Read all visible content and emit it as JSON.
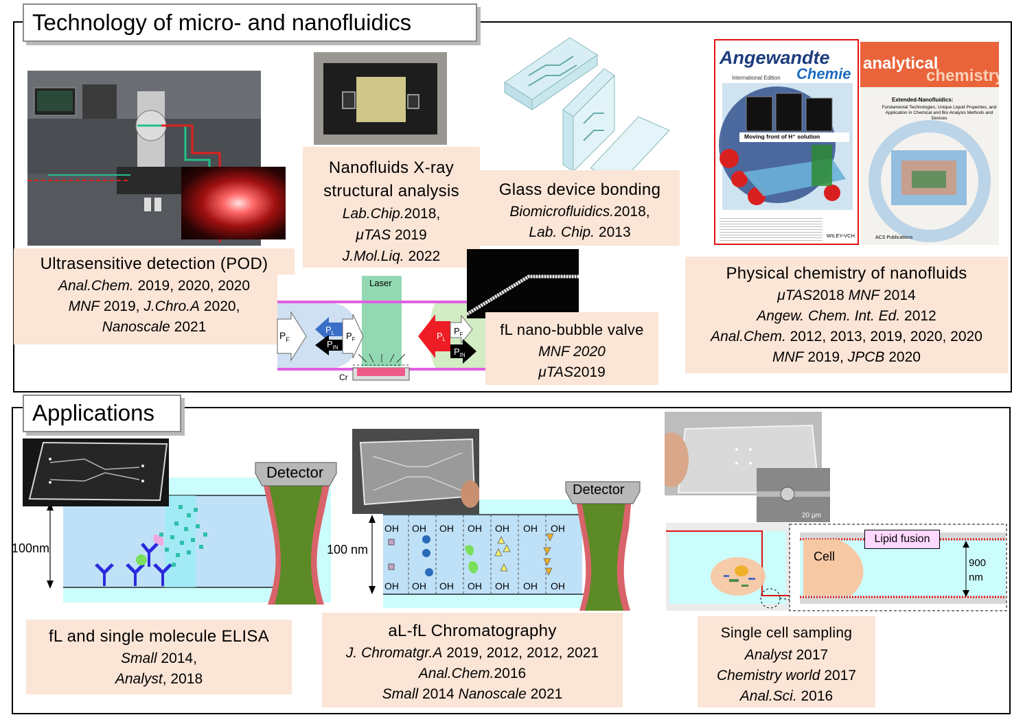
{
  "sections": {
    "tech_title": "Technology of micro- and nanofluidics",
    "app_title": "Applications"
  },
  "tech": {
    "pod": {
      "title": "Ultrasensitive detection (POD)",
      "ref1_journal": "Anal.Chem.",
      "ref1_years": " 2019, 2020, 2020",
      "ref2_journal_a": "MNF",
      "ref2_years_a": " 2019, ",
      "ref2_journal_b": "J.Chro.A",
      "ref2_years_b": " 2020,",
      "ref3_journal": "Nanoscale",
      "ref3_years": " 2021"
    },
    "xray": {
      "title1": "Nanofluids X-ray",
      "title2": "structural analysis",
      "ref1_journal": "Lab.Chip.",
      "ref1_years": "2018,",
      "ref2_journal": "μTAS",
      "ref2_years": " 2019",
      "ref3_journal": "J.Mol.Liq.",
      "ref3_years": " 2022"
    },
    "glass": {
      "title": "Glass device bonding",
      "ref1_journal": "Biomicrofluidics.",
      "ref1_years": "2018,",
      "ref2_journal": "Lab. Chip.",
      "ref2_years": " 2013"
    },
    "valve": {
      "title": "fL nano-bubble valve",
      "ref1": "MNF 2020",
      "ref2_journal": "μTAS",
      "ref2_years": "2019",
      "laser": "Laser",
      "pf": "P",
      "pf_sub": "F",
      "pl": "P",
      "pl_sub": "L",
      "pin": "P",
      "pin_sub": "IN",
      "cr": "Cr"
    },
    "physchem": {
      "title": "Physical chemistry of nanofluids",
      "ref1_journal_a": "μTAS",
      "ref1_years_a": "2018 ",
      "ref1_journal_b": "MNF",
      "ref1_years_b": " 2014",
      "ref2_journal": "Angew. Chem. Int. Ed.",
      "ref2_years": " 2012",
      "ref3_journal": "Anal.Chem.",
      "ref3_years": " 2012, 2013, 2019, 2020, 2020",
      "ref4_journal_a": "MNF",
      "ref4_years_a": " 2019, ",
      "ref4_journal_b": "JPCB",
      "ref4_years_b": " 2020"
    },
    "covers": {
      "angew_title": "Angewandte",
      "angew_sub": "Chemie",
      "angew_ed": "International Edition",
      "angew_banner": "Moving front of H⁺ solution",
      "angew_pub": "WILEY-VCH",
      "ac_title1": "analytical",
      "ac_title2": "chemistry",
      "ac_heading": "Extended-Nanofluidics:",
      "ac_sub": "Fundamental Technologies, Unique Liquid Properties, and Application in Chemical and Bio Analysis Methods and Devices",
      "ac_pub": "ACS Publications"
    }
  },
  "apps": {
    "elisa": {
      "title": "fL and single molecule ELISA",
      "ref1_journal": "Small",
      "ref1_years": " 2014,",
      "ref2_journal": "Analyst",
      "ref2_years": ", 2018",
      "detector": "Detector",
      "height": "100nm"
    },
    "chrom": {
      "title": "aL-fL Chromatography",
      "ref1_journal": "J. Chromatgr.A",
      "ref1_years": " 2019, 2012, 2012, 2021",
      "ref2_journal": "Anal.Chem.",
      "ref2_years": "2016",
      "ref3_journal_a": "Small",
      "ref3_years_a": " 2014 ",
      "ref3_journal_b": "Nanoscale",
      "ref3_years_b": " 2021",
      "detector": "Detector",
      "height": "100 nm",
      "oh": "OH"
    },
    "cell": {
      "title": "Single cell sampling",
      "ref1_journal": "Analyst",
      "ref1_years": " 2017",
      "ref2_journal": "Chemistry world",
      "ref2_years": " 2017",
      "ref3_journal": "Anal.Sci.",
      "ref3_years": " 2016",
      "lipid": "Lipid fusion",
      "cell_label": "Cell",
      "height1": "900",
      "height2": "nm",
      "scale": "20 μm"
    }
  }
}
